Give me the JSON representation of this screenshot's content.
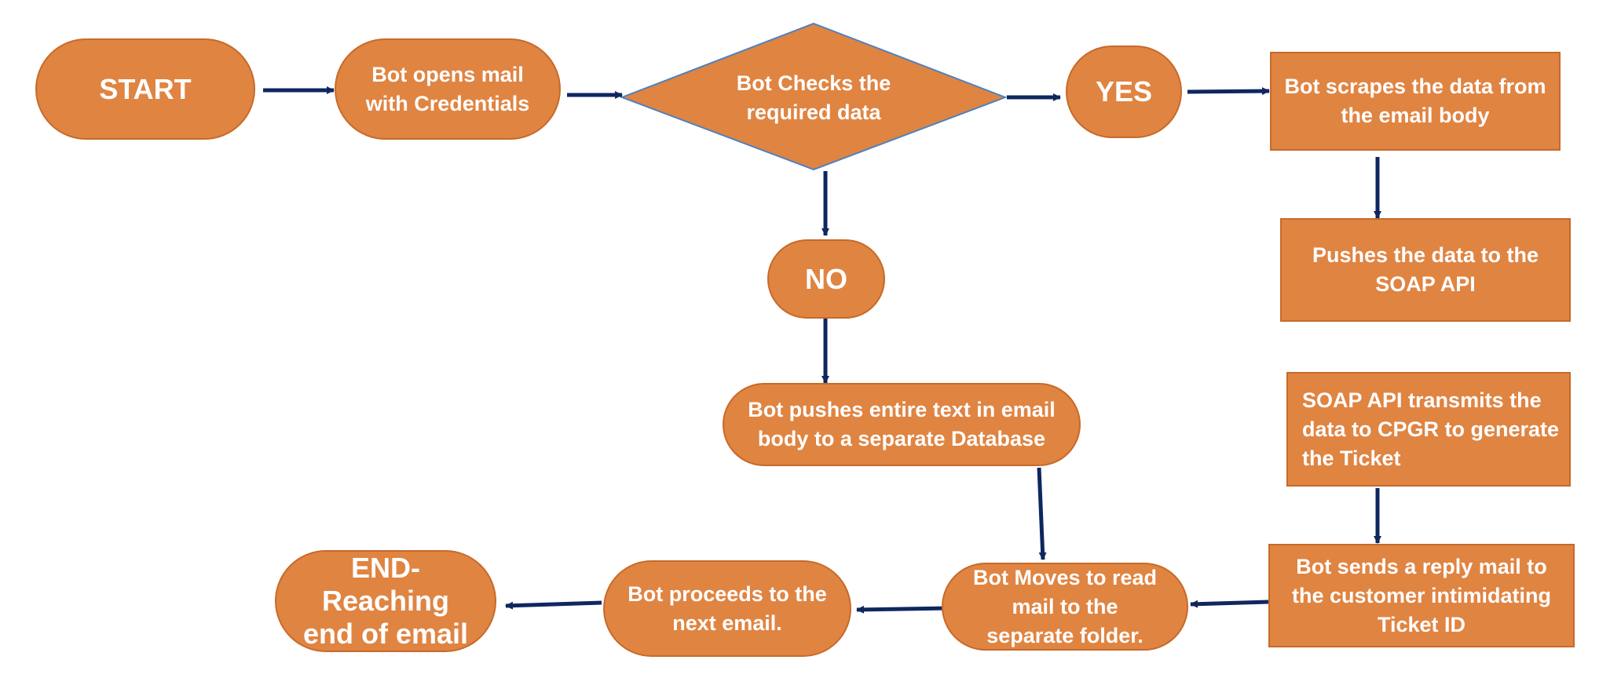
{
  "diagram": {
    "colors": {
      "node_fill": "#e08442",
      "node_border": "#c76a2a",
      "diamond_border": "#4f81bd",
      "arrow": "#0f2760",
      "text": "#ffffff"
    },
    "nodes": {
      "start": "START",
      "open_mail": "Bot opens mail\nwith Credentials",
      "check": "Bot Checks the\nrequired data",
      "yes": "YES",
      "no": "NO",
      "scrape": "Bot scrapes the data from\nthe email body",
      "push_api": "Pushes the data to the\nSOAP API",
      "soap_transmit": "SOAP API transmits the\ndata to CPGR to generate\nthe Ticket",
      "push_db": "Bot pushes entire text in email\nbody to a separate Database",
      "reply_mail": "Bot sends a reply mail to\nthe customer intimidating\nTicket ID",
      "move_mail": "Bot Moves to read\nmail to the\nseparate folder.",
      "next_email": "Bot proceeds to the\nnext email.",
      "end": "END-\nReaching\nend of email"
    },
    "edges": [
      [
        "start",
        "open_mail"
      ],
      [
        "open_mail",
        "check"
      ],
      [
        "check",
        "yes"
      ],
      [
        "yes",
        "scrape"
      ],
      [
        "scrape",
        "push_api"
      ],
      [
        "check",
        "no"
      ],
      [
        "no",
        "push_db"
      ],
      [
        "push_db",
        "move_mail"
      ],
      [
        "soap_transmit",
        "reply_mail"
      ],
      [
        "reply_mail",
        "move_mail"
      ],
      [
        "move_mail",
        "next_email"
      ],
      [
        "next_email",
        "end"
      ]
    ]
  }
}
